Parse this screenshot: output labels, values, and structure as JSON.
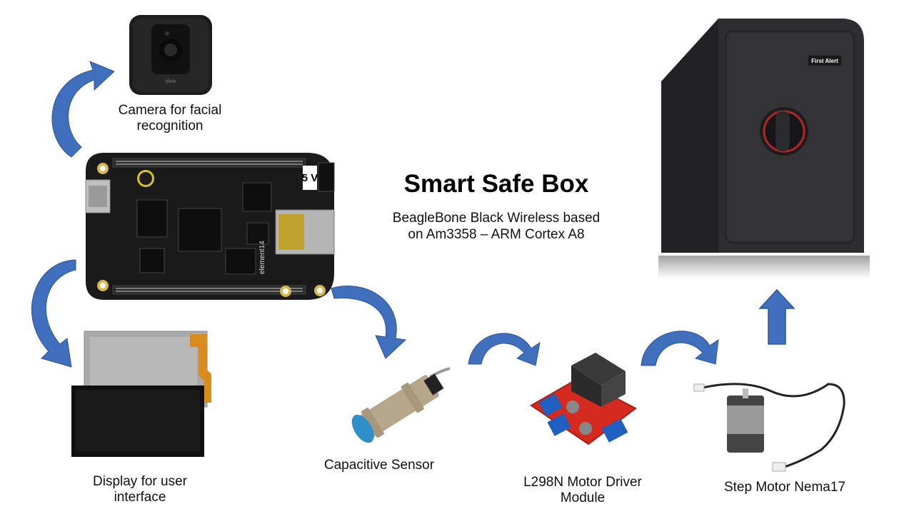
{
  "title": "Smart Safe Box",
  "subtitle_lines": [
    "BeagleBone Black Wireless based",
    "on Am3358 – ARM Cortex A8"
  ],
  "components": {
    "camera": {
      "label_lines": [
        "Camera for facial",
        "recognition"
      ],
      "brand": "blink"
    },
    "display": {
      "label_lines": [
        "Display for user",
        "interface"
      ]
    },
    "sensor": {
      "label": "Capacitive Sensor"
    },
    "motor_driver": {
      "label_lines": [
        "L298N Motor Driver",
        "Module"
      ]
    },
    "step_motor": {
      "label": "Step Motor Nema17"
    },
    "safe": {
      "brand": "First Alert"
    },
    "board": {
      "name": "BeagleBone Black Wireless",
      "brand": "element14",
      "silk_5v": "5 V"
    }
  },
  "colors": {
    "arrow": "#3f6fbd",
    "arrow_edge": "#2e5597",
    "pcb": "#1a1a1a",
    "safe": "#2b2b2d",
    "driver_pcb": "#d42a1f"
  }
}
